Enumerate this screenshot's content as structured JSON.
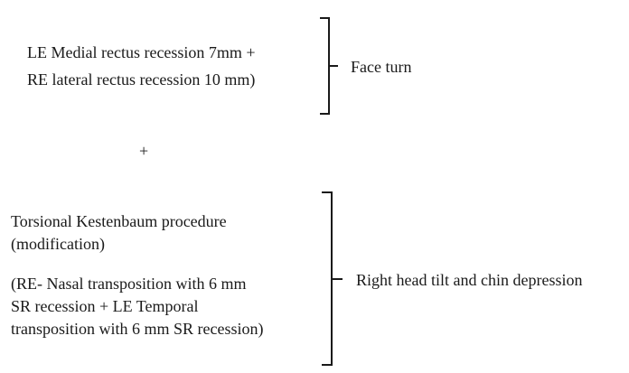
{
  "top_group": {
    "line1": "LE Medial rectus recession 7mm +",
    "line2": "RE lateral rectus recession 10 mm)",
    "outcome": "Face turn"
  },
  "plus": "+",
  "bottom_group": {
    "title_line1": "Torsional Kestenbaum procedure",
    "title_line2": "(modification)",
    "detail_line1": "(RE- Nasal transposition with 6 mm",
    "detail_line2": "SR recession + LE Temporal",
    "detail_line3": "transposition with 6 mm SR recession)",
    "outcome": "Right head tilt and chin depression"
  },
  "colors": {
    "text": "#1a1a1a",
    "bracket": "#1a1a1a"
  }
}
